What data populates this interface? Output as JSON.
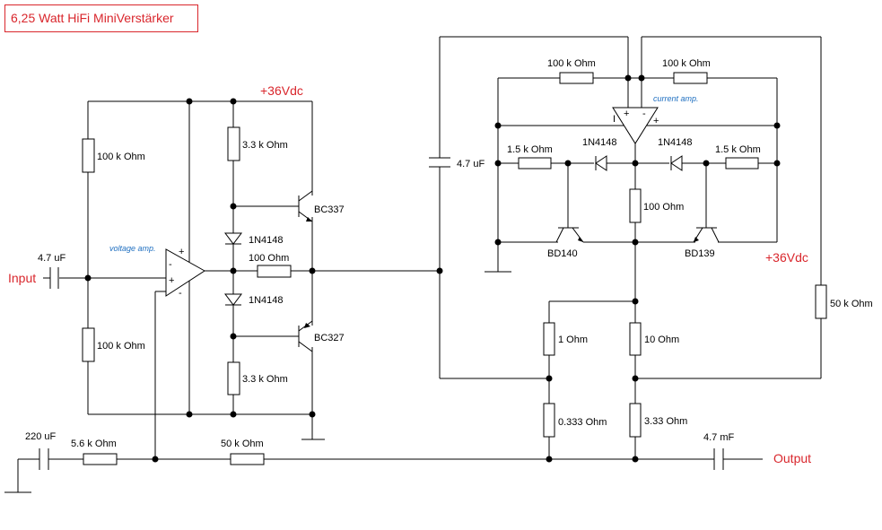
{
  "title": "6,25 Watt HiFi MiniVerstärker",
  "signals": {
    "input": "Input",
    "output": "Output",
    "supply_left": "+36Vdc",
    "supply_right": "+36Vdc"
  },
  "amp_labels": {
    "voltage": "voltage amp.",
    "current": "current amp."
  },
  "pins": {
    "plus": "+",
    "minus": "-",
    "pipe": "I"
  },
  "components": {
    "c_in": "4.7 uF",
    "r_bias_top": "100 k Ohm",
    "r_bias_bot": "100 k Ohm",
    "r_33k_top": "3.3 k Ohm",
    "r_33k_bot": "3.3 k Ohm",
    "d_top": "1N4148",
    "d_bot": "1N4148",
    "q_bc337": "BC337",
    "q_bc327": "BC327",
    "r_100": "100  Ohm",
    "c_220": "220 uF",
    "r_56k": "5.6 k Ohm",
    "r_50k_fb": "50 k Ohm",
    "c_47_mid": "4.7 uF",
    "r_100k_a": "100 k Ohm",
    "r_100k_b": "100 k Ohm",
    "d_left2": "1N4148",
    "d_right2": "1N4148",
    "r_15k_l": "1.5 k Ohm",
    "r_15k_r": "1.5 k Ohm",
    "r_100_mid": "100  Ohm",
    "q_bd140": "BD140",
    "q_bd139": "BD139",
    "r_50k_r": "50 k Ohm",
    "r_1": "1  Ohm",
    "r_10": "10  Ohm",
    "r_0333": "0.333  Ohm",
    "r_333": "3.33  Ohm",
    "c_47mf": "4.7 mF"
  }
}
